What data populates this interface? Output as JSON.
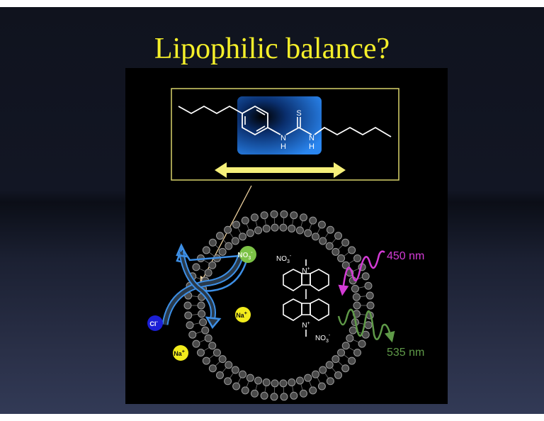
{
  "slide": {
    "title": "Lipophilic balance?",
    "colors": {
      "title": "#f4ef2a",
      "panel": "#000000",
      "highlight_box": "#1a6fe0",
      "frame": "#d8d36a",
      "double_arrow": "#f6f07a",
      "pointer_line": "#f0d3a0",
      "transport_arrows": "#3d8fe6",
      "chloride": "#1b1fd6",
      "sodium": "#f2ec1c",
      "nitrate": "#7cc246",
      "excitation": "#d43bd6",
      "emission": "#5f9a48",
      "lipid": "#555555"
    }
  },
  "molecule_box": {
    "atoms": {
      "sulfur": "S",
      "n1": "N",
      "h1": "H",
      "n2": "N",
      "h2": "H"
    },
    "double_arrow_icon": "double-headed-arrow"
  },
  "vesicle": {
    "ions": [
      {
        "id": "nitrate-outer",
        "label": "NO3-",
        "text": "NO",
        "sub": "3",
        "sup": "-"
      },
      {
        "id": "sodium-inner",
        "label": "Na+",
        "text": "Na",
        "sup": "+"
      },
      {
        "id": "chloride",
        "label": "Cl-",
        "text": "Cl",
        "sup": "-"
      },
      {
        "id": "sodium-outer",
        "label": "Na+",
        "text": "Na",
        "sup": "+"
      }
    ],
    "lucigenin": {
      "counterion_top": {
        "text": "NO",
        "sub": "3",
        "sup": "-"
      },
      "counterion_bottom": {
        "text": "NO",
        "sub": "3",
        "sup": "-"
      },
      "n_top": "N",
      "n_top_charge": "+",
      "n_bottom": "N",
      "n_bottom_charge": "+"
    },
    "excitation_label": "450 nm",
    "emission_label": "535 nm"
  }
}
